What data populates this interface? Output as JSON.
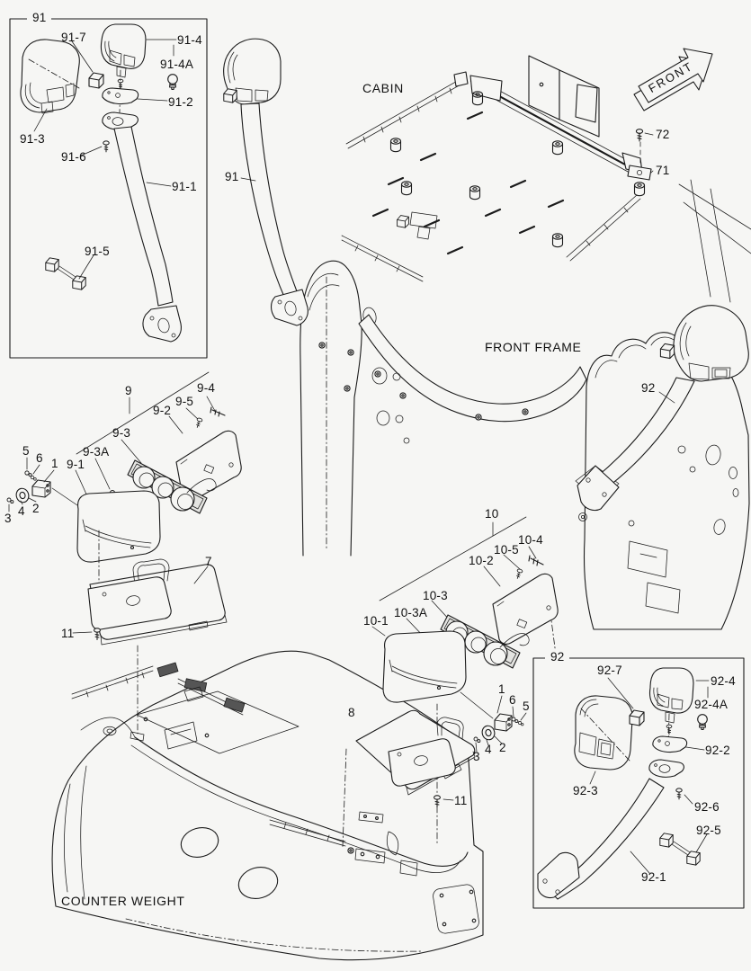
{
  "colors": {
    "background": "#f6f6f4",
    "line": "#1b1b1b"
  },
  "sections": {
    "cabin": "CABIN",
    "front_frame": "FRONT FRAME",
    "counter_weight": "COUNTER WEIGHT"
  },
  "arrow": {
    "label": "FRONT"
  },
  "boxes": {
    "left": {
      "label": "91"
    },
    "right": {
      "label": "92"
    }
  },
  "callouts": {
    "a91": {
      "asm": "91",
      "p1": "91-1",
      "p2": "91-2",
      "p3": "91-3",
      "p4": "91-4",
      "p4a": "91-4A",
      "p5": "91-5",
      "p6": "91-6",
      "p7": "91-7"
    },
    "a92": {
      "asm": "92",
      "p1": "92-1",
      "p2": "92-2",
      "p3": "92-3",
      "p4": "92-4",
      "p4a": "92-4A",
      "p5": "92-5",
      "p6": "92-6",
      "p7": "92-7"
    },
    "g9": {
      "g": "9",
      "p1": "9-1",
      "p2": "9-2",
      "p3": "9-3",
      "p3a": "9-3A",
      "p4": "9-4",
      "p5": "9-5"
    },
    "g10": {
      "g": "10",
      "p1": "10-1",
      "p2": "10-2",
      "p3": "10-3",
      "p3a": "10-3A",
      "p4": "10-4",
      "p5": "10-5"
    },
    "hw": {
      "n1": "1",
      "n2": "2",
      "n3": "3",
      "n4": "4",
      "n5": "5",
      "n6": "6",
      "n7": "7",
      "n8": "8",
      "n11": "11",
      "n71": "71",
      "n72": "72"
    }
  }
}
